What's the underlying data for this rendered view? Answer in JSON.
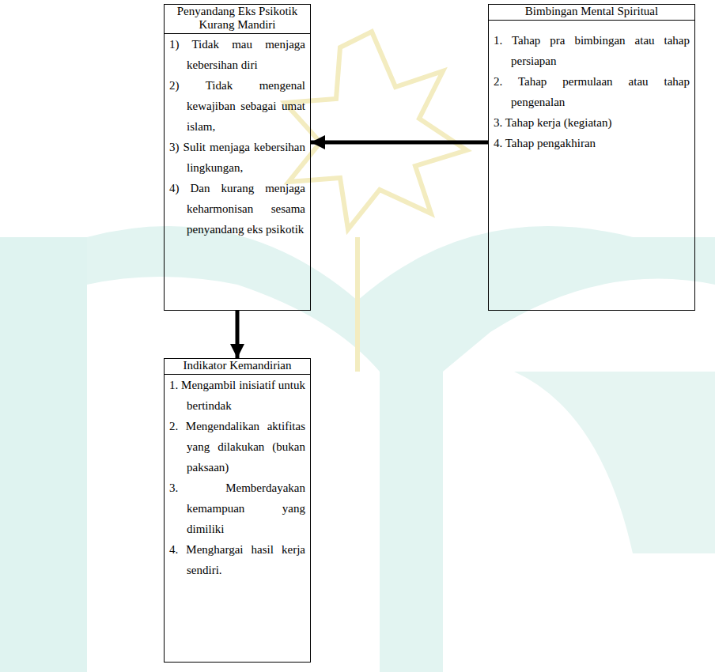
{
  "diagram": {
    "nodes": [
      {
        "text": [
          "Penyandang Eks Psikotik Kurang Mandiri",
          "1) Tidak mau menjaga kebersihan diri",
          "2) Tidak mengenal kewajiban sebagai umat islam,",
          "3) Sulit menjaga kebersihan lingkungan,",
          "4) Dan kurang menjaga keharmonisan sesama penyandang eks psikotik"
        ]
      },
      {
        "text": [
          "Bimbingan Mental Spiritual",
          "1. Tahap pra bimbingan atau tahap persiapan",
          "2. Tahap permulaan atau tahap pengenalan",
          "3. Tahap kerja (kegiatan)",
          "4. Tahap pengakhiran"
        ]
      },
      {
        "text": [
          "Indikator Kemandirian",
          "1. Mengambil inisiatif untuk bertindak",
          "2. Mengendalikan aktifitas yang dilakukan (bukan paksaan)",
          "3. Memberdayakan kemampuan yang dimiliki",
          "4. Menghargai hasil kerja sendiri."
        ]
      }
    ],
    "edges": [
      {
        "from": 1,
        "to": 0,
        "arrow": "to"
      },
      {
        "from": 0,
        "to": 2,
        "arrow": "to"
      }
    ]
  }
}
